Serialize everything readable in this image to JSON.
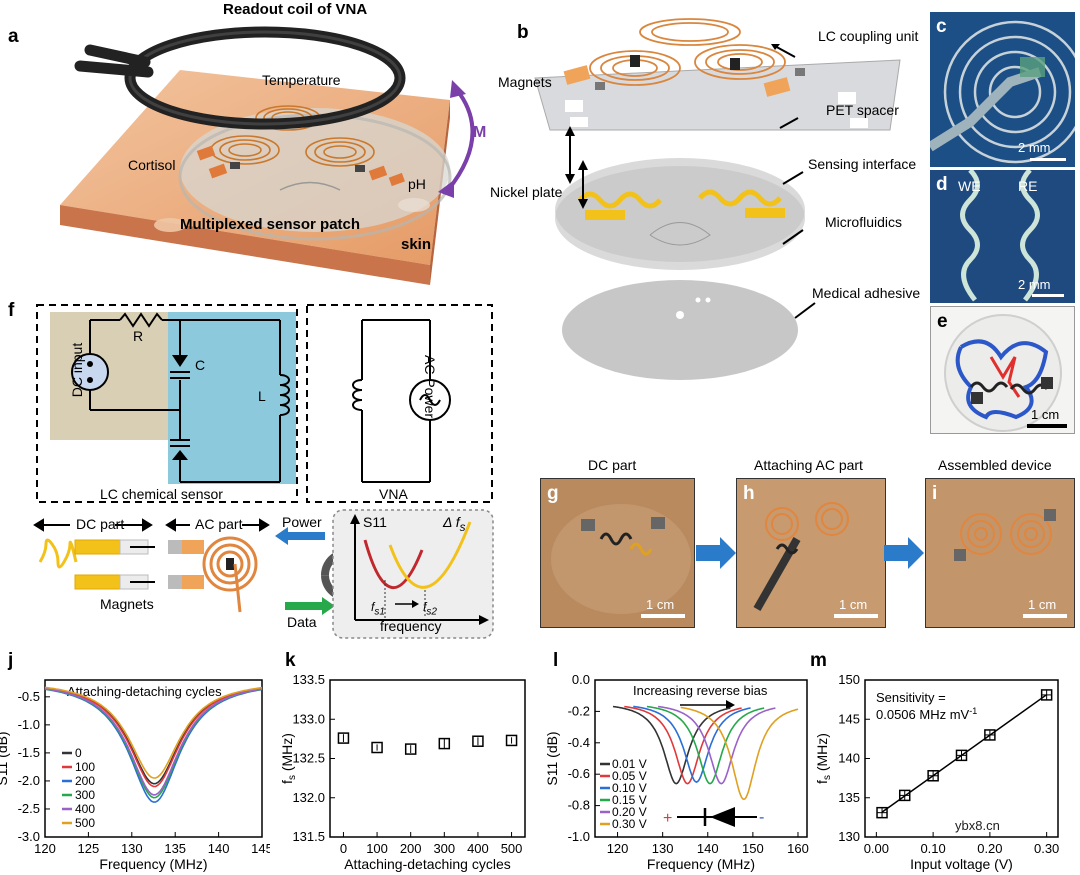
{
  "panel_letters": {
    "a": "a",
    "b": "b",
    "c": "c",
    "d": "d",
    "e": "e",
    "f": "f",
    "g": "g",
    "h": "h",
    "i": "i",
    "j": "j",
    "k": "k",
    "l": "l",
    "m": "m"
  },
  "panel_a": {
    "readout_coil": "Readout coil of VNA",
    "temperature": "Temperature",
    "cortisol": "Cortisol",
    "ph": "pH",
    "m_label": "M",
    "patch": "Multiplexed sensor patch",
    "skin": "skin"
  },
  "panel_b": {
    "lc_coupling": "LC coupling unit",
    "magnets": "Magnets",
    "pet_spacer": "PET spacer",
    "nickel_plate": "Nickel plate",
    "sensing_interface": "Sensing interface",
    "microfluidics": "Microfluidics",
    "medical_adhesive": "Medical adhesive"
  },
  "panel_c": {
    "scale": "2 mm"
  },
  "panel_d": {
    "we": "WE",
    "re": "RE",
    "scale": "2 mm"
  },
  "panel_e": {
    "scale": "1 cm"
  },
  "panel_f": {
    "dc_input": "DC input",
    "r": "R",
    "c": "C",
    "l": "L",
    "ac_power": "AC Power",
    "lc_sensor": "LC chemical sensor",
    "vna": "VNA",
    "dc_part": "DC part",
    "ac_part": "AC part",
    "magnets": "Magnets",
    "power": "Power",
    "data": "Data",
    "s11": "S11",
    "delta_fs": "Δ f",
    "delta_sub": "s",
    "fs1": "f",
    "fs1_sub": "s1",
    "fs2": "f",
    "fs2_sub": "s2",
    "frequency": "frequency"
  },
  "photos": {
    "g_title": "DC part",
    "h_title": "Attaching AC part",
    "i_title": "Assembled device",
    "scale": "1 cm"
  },
  "colors": {
    "skin": "#e8a577",
    "copper": "#e0863f",
    "gold": "#f2c21a",
    "dc_box": "#d9cfb4",
    "lc_box": "#8cc9dc",
    "arrow_blue": "#2a7bc9",
    "arrow_green": "#27a84a",
    "m_arrow": "#7a3fa8"
  },
  "chart_data": [
    {
      "panel": "j",
      "type": "line",
      "xlabel": "Frequency (MHz)",
      "ylabel": "S11 (dB)",
      "xlim": [
        120,
        145
      ],
      "ylim": [
        -3.0,
        -0.2
      ],
      "xticks": [
        "120",
        "125",
        "130",
        "135",
        "140",
        "145"
      ],
      "yticks": [
        "-0.5",
        "-1.0",
        "-1.5",
        "-2.0",
        "-2.5",
        "-3.0"
      ],
      "annotation": "Attaching-detaching cycles",
      "center": 132.6,
      "series": [
        {
          "name": "0",
          "color": "#333333",
          "min": -2.05
        },
        {
          "name": "100",
          "color": "#e0393b",
          "min": -2.1
        },
        {
          "name": "200",
          "color": "#2a6fd6",
          "min": -2.38
        },
        {
          "name": "300",
          "color": "#27a84a",
          "min": -2.3
        },
        {
          "name": "400",
          "color": "#9a62c9",
          "min": -2.25
        },
        {
          "name": "500",
          "color": "#e0a020",
          "min": -1.95
        }
      ]
    },
    {
      "panel": "k",
      "type": "scatter",
      "xlabel": "Attaching-detaching cycles",
      "ylabel": "f",
      "ylabel_sub": "s",
      "ylabel_unit": " (MHz)",
      "xlim": [
        -40,
        540
      ],
      "ylim": [
        131.5,
        133.5
      ],
      "xticks": [
        "0",
        "100",
        "200",
        "300",
        "400",
        "500"
      ],
      "yticks": [
        "131.5",
        "132.0",
        "132.5",
        "133.0",
        "133.5"
      ],
      "x": [
        0,
        100,
        200,
        300,
        400,
        500
      ],
      "y": [
        132.76,
        132.64,
        132.62,
        132.69,
        132.72,
        132.73
      ],
      "err": [
        0.05,
        0.04,
        0.05,
        0.07,
        0.05,
        0.04
      ]
    },
    {
      "panel": "l",
      "type": "line",
      "xlabel": "Frequency (MHz)",
      "ylabel": "S11 (dB)",
      "xlim": [
        115,
        162
      ],
      "ylim": [
        -1.0,
        0.0
      ],
      "xticks": [
        "120",
        "130",
        "140",
        "150",
        "160"
      ],
      "yticks": [
        "0.0",
        "-0.2",
        "-0.4",
        "-0.6",
        "-0.8",
        "-1.0"
      ],
      "annotation": "Increasing reverse bias",
      "diode_plus": "+",
      "diode_minus": "-",
      "series": [
        {
          "name": "0.01 V",
          "color": "#333333",
          "center": 133.0,
          "min": -0.66
        },
        {
          "name": "0.05 V",
          "color": "#e0393b",
          "center": 135.5,
          "min": -0.66
        },
        {
          "name": "0.10 V",
          "color": "#2a6fd6",
          "center": 137.5,
          "min": -0.65
        },
        {
          "name": "0.15 V",
          "color": "#27a84a",
          "center": 140.5,
          "min": -0.66
        },
        {
          "name": "0.20 V",
          "color": "#9a62c9",
          "center": 143.0,
          "min": -0.66
        },
        {
          "name": "0.30 V",
          "color": "#e0a020",
          "center": 148.0,
          "min": -0.76
        }
      ]
    },
    {
      "panel": "m",
      "type": "scatter",
      "xlabel": "Input voltage (V)",
      "ylabel": "f",
      "ylabel_sub": "s",
      "ylabel_unit": " (MHz)",
      "xlim": [
        -0.02,
        0.32
      ],
      "ylim": [
        130,
        150
      ],
      "xticks": [
        "0.00",
        "0.10",
        "0.20",
        "0.30"
      ],
      "yticks": [
        "130",
        "135",
        "140",
        "145",
        "150"
      ],
      "x": [
        0.01,
        0.05,
        0.1,
        0.15,
        0.2,
        0.3
      ],
      "y": [
        133.1,
        135.3,
        137.8,
        140.4,
        143.0,
        148.1
      ],
      "annotation_line1": "Sensitivity =",
      "annotation_line2": "0.0506 MHz mV",
      "annotation_sup": "-1"
    }
  ],
  "watermark": "ybx8.cn"
}
